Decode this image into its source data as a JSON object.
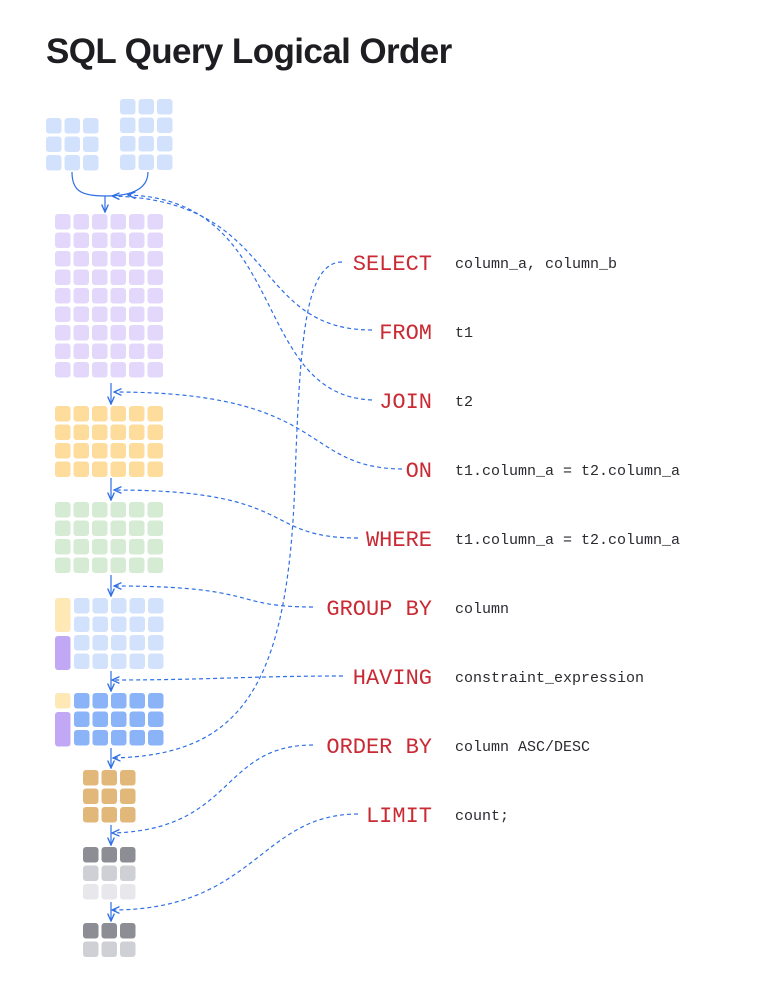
{
  "title": "SQL Query Logical Order",
  "clauses": [
    {
      "keyword": "SELECT",
      "argument": "column_a, column_b"
    },
    {
      "keyword": "FROM",
      "argument": "t1"
    },
    {
      "keyword": "JOIN",
      "argument": "t2"
    },
    {
      "keyword": "ON",
      "argument": "t1.column_a = t2.column_a"
    },
    {
      "keyword": "WHERE",
      "argument": "t1.column_a = t2.column_a"
    },
    {
      "keyword": "GROUP BY",
      "argument": "column"
    },
    {
      "keyword": "HAVING",
      "argument": "constraint_expression"
    },
    {
      "keyword": "ORDER BY",
      "argument": "column ASC/DESC"
    },
    {
      "keyword": "LIMIT",
      "argument": "count;"
    }
  ],
  "colors": {
    "keyword": "#c92a33",
    "connector": "#2f6fe4",
    "table_blue_light": "#d3e2fc",
    "table_purple": "#e3d8fb",
    "table_orange": "#fddc9c",
    "table_green": "#d5ebd3",
    "table_blue": "#8ab3f8",
    "group_yellow": "#fde8b6",
    "group_purple": "#c0a8f5",
    "order_brown": "#e1b87a",
    "limit_gray_dark": "#8d8d95",
    "limit_gray": "#cfcfd6",
    "limit_gray_light": "#e8e8ec"
  }
}
